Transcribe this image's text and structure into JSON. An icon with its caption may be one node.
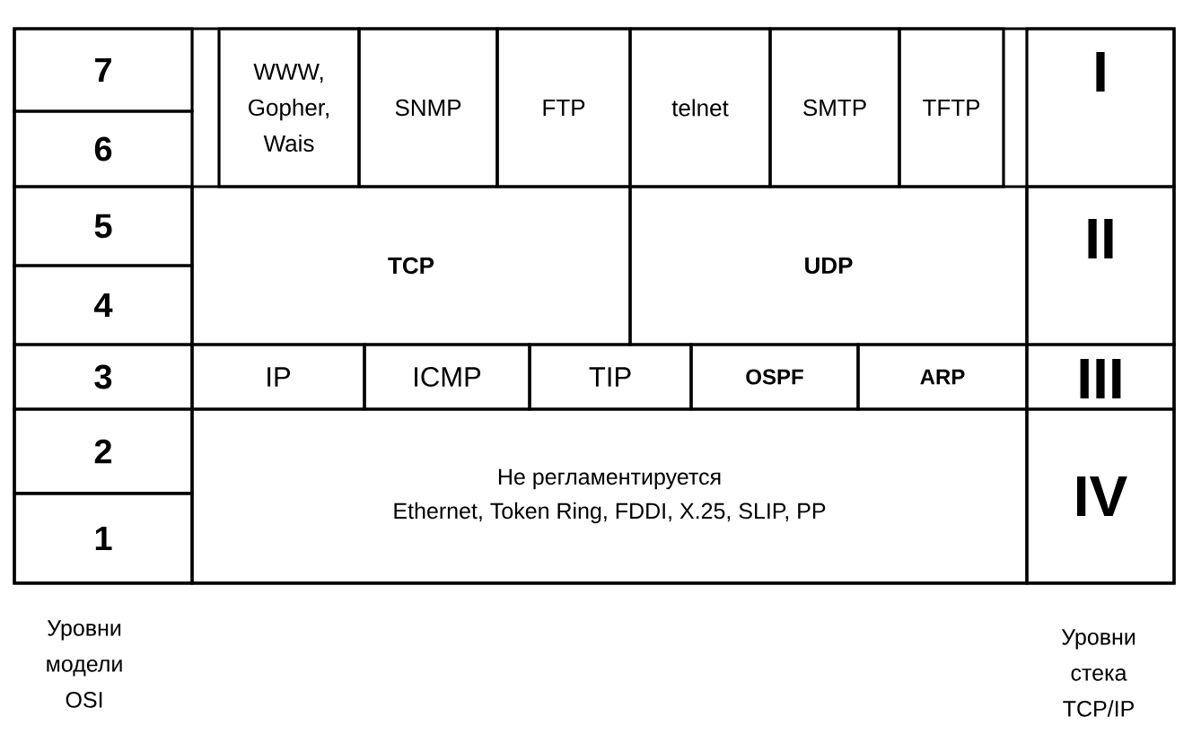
{
  "diagram": {
    "nodes": [
      {
        "text": [
          "7"
        ]
      },
      {
        "text": [
          "WWW, Gopher, Wais"
        ]
      },
      {
        "text": [
          "SNMP"
        ]
      },
      {
        "text": [
          "FTP"
        ]
      },
      {
        "text": [
          "telnet"
        ]
      },
      {
        "text": [
          "SMTP"
        ]
      },
      {
        "text": [
          "TFTP"
        ]
      },
      {
        "text": [
          "I"
        ]
      },
      {
        "text": [
          "6"
        ]
      },
      {
        "text": [
          "5"
        ]
      },
      {
        "text": [
          "TCP"
        ]
      },
      {
        "text": [
          "UDP"
        ]
      },
      {
        "text": [
          "II"
        ]
      },
      {
        "text": [
          "4"
        ]
      },
      {
        "text": [
          "3"
        ]
      },
      {
        "text": [
          "IP"
        ]
      },
      {
        "text": [
          "ICMP"
        ]
      },
      {
        "text": [
          "TIP"
        ]
      },
      {
        "text": [
          "OSPF"
        ]
      },
      {
        "text": [
          "ARP"
        ]
      },
      {
        "text": [
          "III"
        ]
      },
      {
        "text": [
          "2"
        ]
      },
      {
        "text": [
          "Не регламентируется",
          "Ethernet, Token Ring, FDDI, X.25, SLIP, PP"
        ]
      },
      {
        "text": [
          "IV"
        ]
      },
      {
        "text": [
          "1"
        ]
      }
    ],
    "labels": [
      "Уровни модели OSI",
      "Уровни стека TCP/IP"
    ]
  }
}
